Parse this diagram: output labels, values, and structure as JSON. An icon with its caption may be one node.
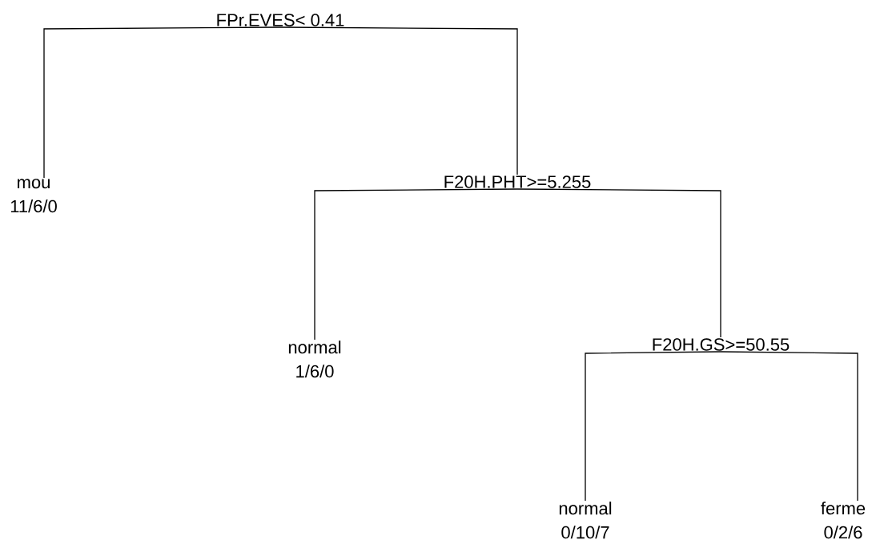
{
  "diagram": {
    "nodes": [
      {
        "text": [
          "FPr.EVES< 0.41"
        ]
      },
      {
        "text": [
          "mou",
          "11/6/0"
        ]
      },
      {
        "text": [
          "F20H.PHT>=5.255"
        ]
      },
      {
        "text": [
          "normal",
          "1/6/0"
        ]
      },
      {
        "text": [
          "F20H.GS>=50.55"
        ]
      },
      {
        "text": [
          "normal",
          "0/10/7"
        ]
      },
      {
        "text": [
          "ferme",
          "0/2/6"
        ]
      }
    ],
    "edges": [
      {
        "from": 0,
        "to": 1,
        "arrow": "none"
      },
      {
        "from": 0,
        "to": 2,
        "arrow": "none"
      },
      {
        "from": 2,
        "to": 3,
        "arrow": "none"
      },
      {
        "from": 2,
        "to": 4,
        "arrow": "none"
      },
      {
        "from": 4,
        "to": 5,
        "arrow": "none"
      },
      {
        "from": 4,
        "to": 6,
        "arrow": "none"
      }
    ]
  }
}
